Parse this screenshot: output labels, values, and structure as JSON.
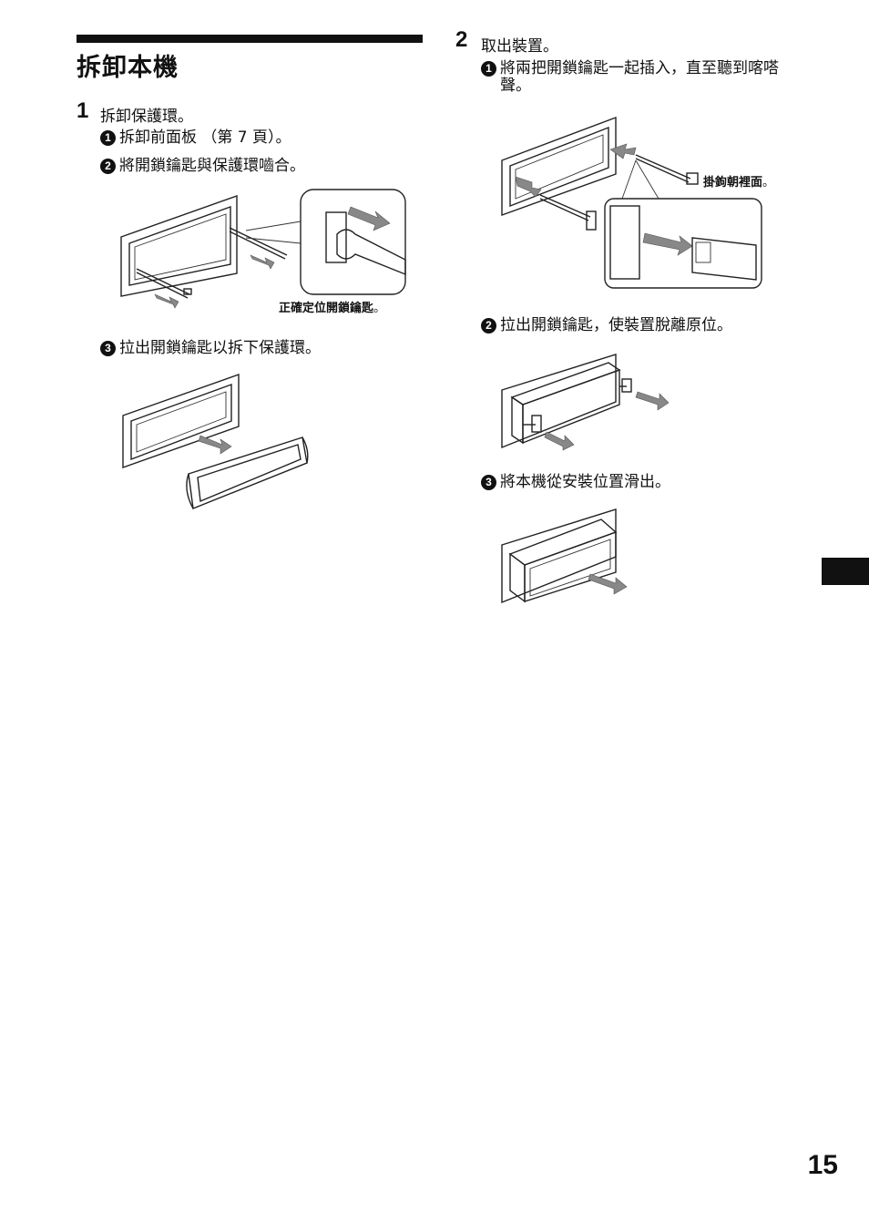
{
  "section_title": "拆卸本機",
  "step1": {
    "number": "1",
    "text": "拆卸保護環。",
    "substeps": [
      {
        "num": "1",
        "text": "拆卸前面板 （第 7 頁）。"
      },
      {
        "num": "2",
        "text": "將開鎖鑰匙與保護環嚙合。"
      },
      {
        "num": "3",
        "text": "拉出開鎖鑰匙以拆下保護環。"
      }
    ],
    "callout": "正確定位開鎖鑰匙",
    "callout_dot": "。"
  },
  "step2": {
    "number": "2",
    "text": "取出裝置。",
    "substeps": [
      {
        "num": "1",
        "text": "將兩把開鎖鑰匙一起插入，直至聽到喀嗒聲。"
      },
      {
        "num": "2",
        "text": "拉出開鎖鑰匙，使裝置脫離原位。"
      },
      {
        "num": "3",
        "text": "將本機從安裝位置滑出。"
      }
    ],
    "callout": "掛鉤朝裡面",
    "callout_dot": "。"
  },
  "page_number": "15"
}
